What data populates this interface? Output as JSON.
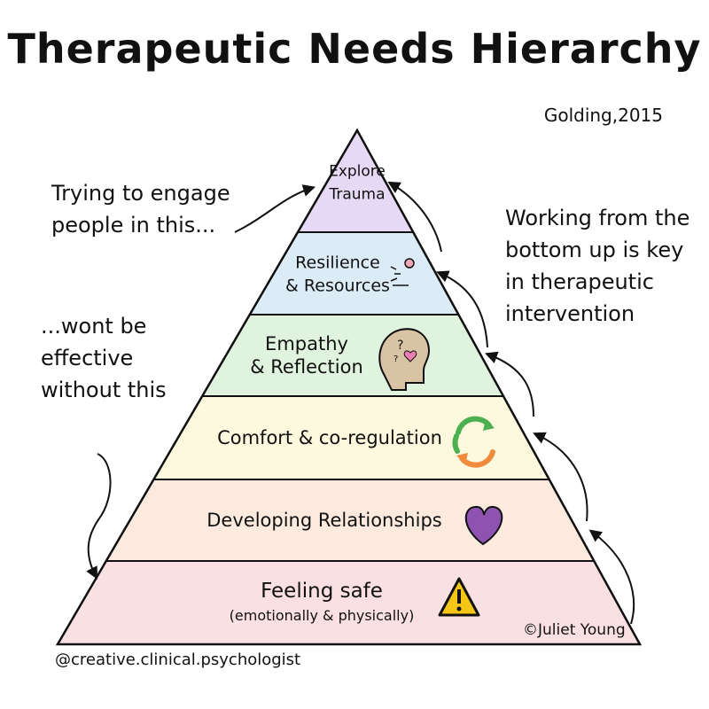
{
  "title": "Therapeutic Needs Hierarchy",
  "citation": "Golding,2015",
  "tiers": [
    {
      "lines": [
        "Explore",
        "Trauma"
      ],
      "color": "#e6d9f6",
      "icon": ""
    },
    {
      "lines": [
        "Resilience",
        "& Resources"
      ],
      "color": "#dcecf7",
      "icon": "growth-doodle-icon"
    },
    {
      "lines": [
        "Empathy",
        "& Reflection"
      ],
      "color": "#e0f3de",
      "icon": "thinking-head-icon"
    },
    {
      "lines": [
        "Comfort & co-regulation"
      ],
      "color": "#fdf9df",
      "icon": "cycle-arrows-icon"
    },
    {
      "lines": [
        "Developing Relationships"
      ],
      "color": "#fdeadf",
      "icon": "heart-icon"
    },
    {
      "lines": [
        "Feeling safe",
        "(emotionally & physically)"
      ],
      "color": "#fbe0e3",
      "icon": "warning-icon"
    }
  ],
  "notes": {
    "left_top": "Trying to engage people in this...",
    "left_mid": "...wont be effective without this",
    "right": "Working from the bottom up is key in therapeutic intervention"
  },
  "credits": {
    "handle": "@creative.clinical.psychologist",
    "artist": "©Juliet Young"
  },
  "colors": {
    "heart": "#8e52b0",
    "warning": "#f5c518",
    "cycle_green": "#4caf50",
    "cycle_orange": "#f08a3c",
    "ink": "#111111"
  }
}
